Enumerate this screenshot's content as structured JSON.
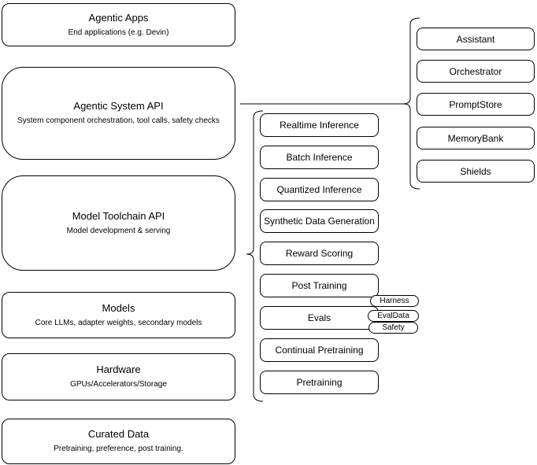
{
  "diagram": {
    "colors": {
      "stroke": "#000000",
      "background": "#ffffff",
      "text": "#000000"
    },
    "left_column": {
      "boxes": [
        {
          "title": "Agentic Apps",
          "subtitle": "End applications (e.g. Devin)"
        },
        {
          "title": "Agentic System API",
          "subtitle": "System component orchestration, tool calls, safety checks"
        },
        {
          "title": "Model Toolchain API",
          "subtitle": "Model development & serving"
        },
        {
          "title": "Models",
          "subtitle": "Core LLMs, adapter weights, secondary models"
        },
        {
          "title": "Hardware",
          "subtitle": "GPUs/Accelerators/Storage"
        },
        {
          "title": "Curated Data",
          "subtitle": "Pretraining, preference, post training."
        }
      ]
    },
    "toolchain_group": {
      "items": [
        "Realtime Inference",
        "Batch Inference",
        "Quantized Inference",
        "Synthetic Data Generation",
        "Reward Scoring",
        "Post Training",
        "Evals",
        "Continual Pretraining",
        "Pretraining"
      ],
      "evals_tags": [
        "Harness",
        "EvalData",
        "Safety"
      ]
    },
    "agentic_group": {
      "items": [
        "Assistant",
        "Orchestrator",
        "PromptStore",
        "MemoryBank",
        "Shields"
      ]
    }
  }
}
